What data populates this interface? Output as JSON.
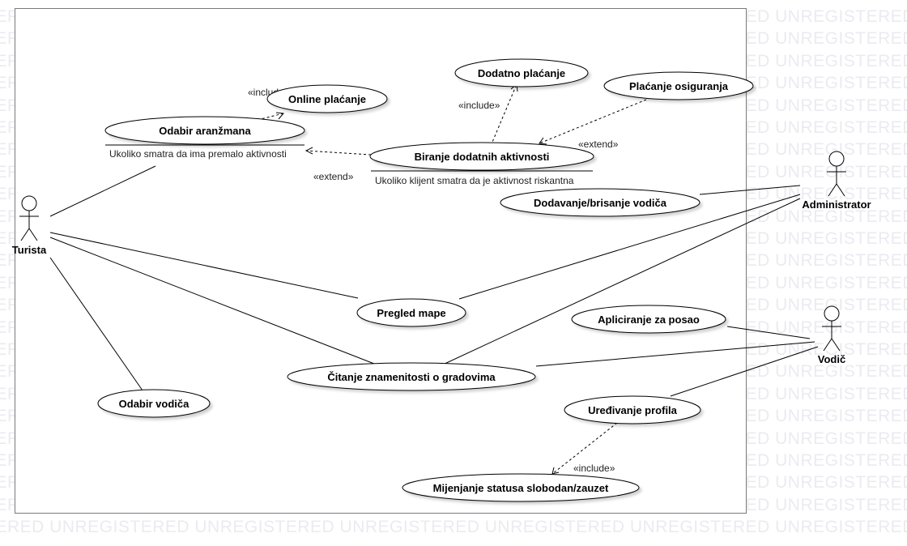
{
  "watermark": "UNREGISTERED",
  "actors": {
    "turista": "Turista",
    "administrator": "Administrator",
    "vodic": "Vodič"
  },
  "use_cases": {
    "online_placanje": "Online plaćanje",
    "odabir_aranzmana": "Odabir aranžmana",
    "dodatno_placanje": "Dodatno plaćanje",
    "placanje_osiguranja": "Plaćanje osiguranja",
    "biranje_dodatnih_aktivnosti": "Biranje dodatnih aktivnosti",
    "dodavanje_brisanje_vodica": "Dodavanje/brisanje vodiča",
    "pregled_mape": "Pregled mape",
    "apliciranje_za_posao": "Apliciranje za posao",
    "citanje_znamenitosti": "Čitanje znamenitosti o gradovima",
    "odabir_vodica": "Odabir vodiča",
    "uredivanje_profila": "Uređivanje profila",
    "mijenjanje_statusa": "Mijenjanje statusa slobodan/zauzet"
  },
  "conditions": {
    "odabir_aranzmana": "Ukoliko smatra da ima premalo aktivnosti",
    "biranje_dodatnih_aktivnosti": "Ukoliko klijent smatra da je aktivnost riskantna"
  },
  "stereotypes": {
    "include_online": "«include»",
    "include_dodatno": "«include»",
    "extend_osiguranje": "«extend»",
    "extend_aktivnosti": "«extend»",
    "include_status": "«include»"
  }
}
